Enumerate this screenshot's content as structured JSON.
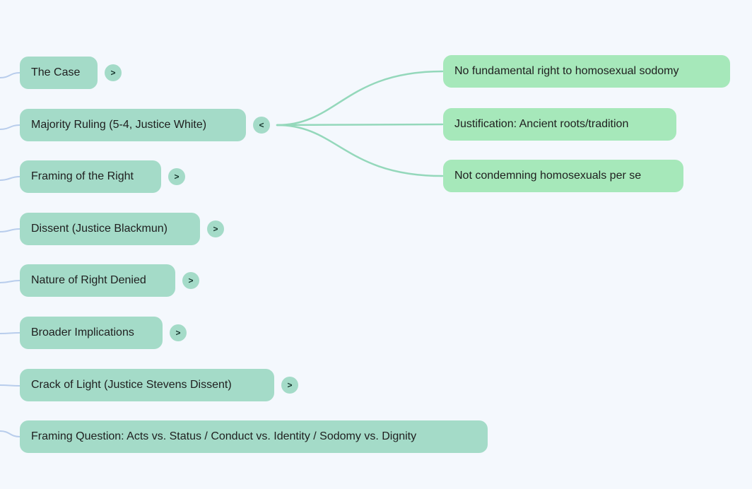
{
  "colors": {
    "bg": "#f4f8fd",
    "node-left": "#a4dbc8",
    "node-right": "#a6e8ba",
    "connector-green": "#94d8bb",
    "connector-blue": "#b8cdec",
    "text": "#1f1f1f",
    "toggle-glyph": "#15332b"
  },
  "mindmap": {
    "left_nodes": [
      {
        "label": "The Case",
        "toggle": ">"
      },
      {
        "label": "Majority Ruling (5-4, Justice White)",
        "toggle": "<"
      },
      {
        "label": "Framing of the Right",
        "toggle": ">"
      },
      {
        "label": "Dissent (Justice Blackmun)",
        "toggle": ">"
      },
      {
        "label": "Nature of Right Denied",
        "toggle": ">"
      },
      {
        "label": "Broader Implications",
        "toggle": ">"
      },
      {
        "label": "Crack of Light (Justice Stevens Dissent)",
        "toggle": ">"
      },
      {
        "label": "Framing Question: Acts vs. Status / Conduct vs. Identity / Sodomy vs. Dignity",
        "toggle": null
      }
    ],
    "right_nodes": [
      {
        "label": "No fundamental right to homosexual sodomy"
      },
      {
        "label": "Justification: Ancient roots/tradition"
      },
      {
        "label": "Not condemning homosexuals per se"
      }
    ]
  }
}
